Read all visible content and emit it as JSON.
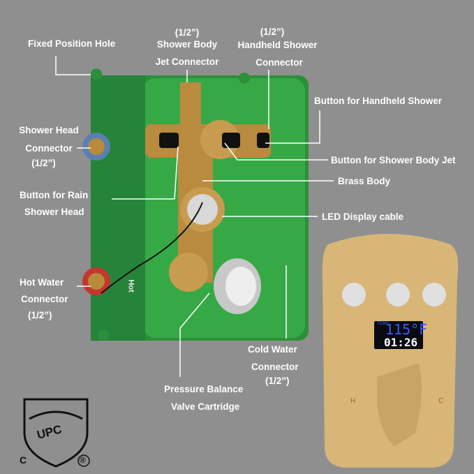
{
  "labels": {
    "fixed_hole": "Fixed Position Hole",
    "jet_size": "(1/2”)",
    "jet_l1": "Shower Body",
    "jet_l2": "Jet Connector",
    "handheld_size": "(1/2”)",
    "handheld_l1": "Handheld Shower",
    "handheld_l2": "Connector",
    "btn_handheld": "Button for Handheld Shower",
    "head_l1": "Shower Head",
    "head_l2": "Connector",
    "head_size": "(1/2”)",
    "btn_jet": "Button for Shower Body Jet",
    "brass": "Brass Body",
    "rain_l1": "Button for Rain",
    "rain_l2": "Shower Head",
    "led_cable": "LED Display cable",
    "hot_l1": "Hot Water",
    "hot_l2": "Connector",
    "hot_size": "(1/2”)",
    "cold_l1": "Cold Water",
    "cold_l2": "Connector",
    "cold_size": "(1/2”)",
    "valve_l1": "Pressure Balance",
    "valve_l2": "Valve Cartridge"
  },
  "box_marks": {
    "hot": "Hot"
  },
  "display": {
    "temp_label": "TEMP",
    "temperature": "115°F",
    "time": "01:26"
  },
  "plate_marks": {
    "hot": "H",
    "cold": "C"
  },
  "certification": {
    "logo": "UPC",
    "c_mark": "C",
    "r_mark": "®"
  },
  "colors": {
    "background": "#8f8f8f",
    "box": "#2e9b3f",
    "plate": "#d8b678"
  }
}
